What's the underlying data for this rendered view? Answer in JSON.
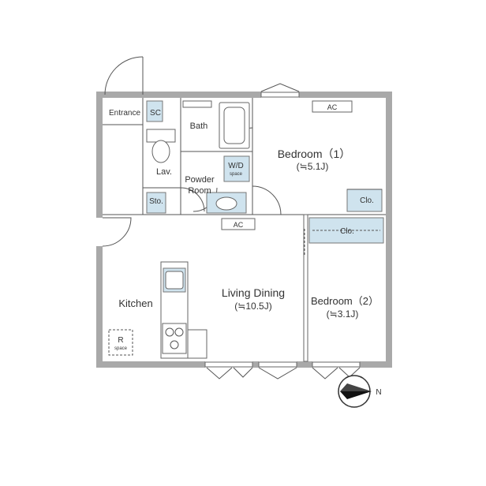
{
  "rooms": {
    "entrance": "Entrance",
    "sc": "SC",
    "bath": "Bath",
    "lav": "Lav.",
    "wd_main": "W/D",
    "wd_sub": "space",
    "powder_1": "Powder",
    "powder_2": "Room",
    "sto": "Sto.",
    "kitchen": "Kitchen",
    "r_main": "R",
    "r_sub": "space",
    "bed1_name": "Bedroom（1）",
    "bed1_size": "(≒5.1J)",
    "living_name": "Living Dining",
    "living_size": "(≒10.5J)",
    "bed2_name": "Bedroom（2）",
    "bed2_size": "(≒3.1J)"
  },
  "fixtures": {
    "ac_bedroom": "AC",
    "ac_living": "AC",
    "clo_bedroom1": "Clo.",
    "clo_bedroom2": "Clo."
  },
  "compass": {
    "direction": "N"
  }
}
